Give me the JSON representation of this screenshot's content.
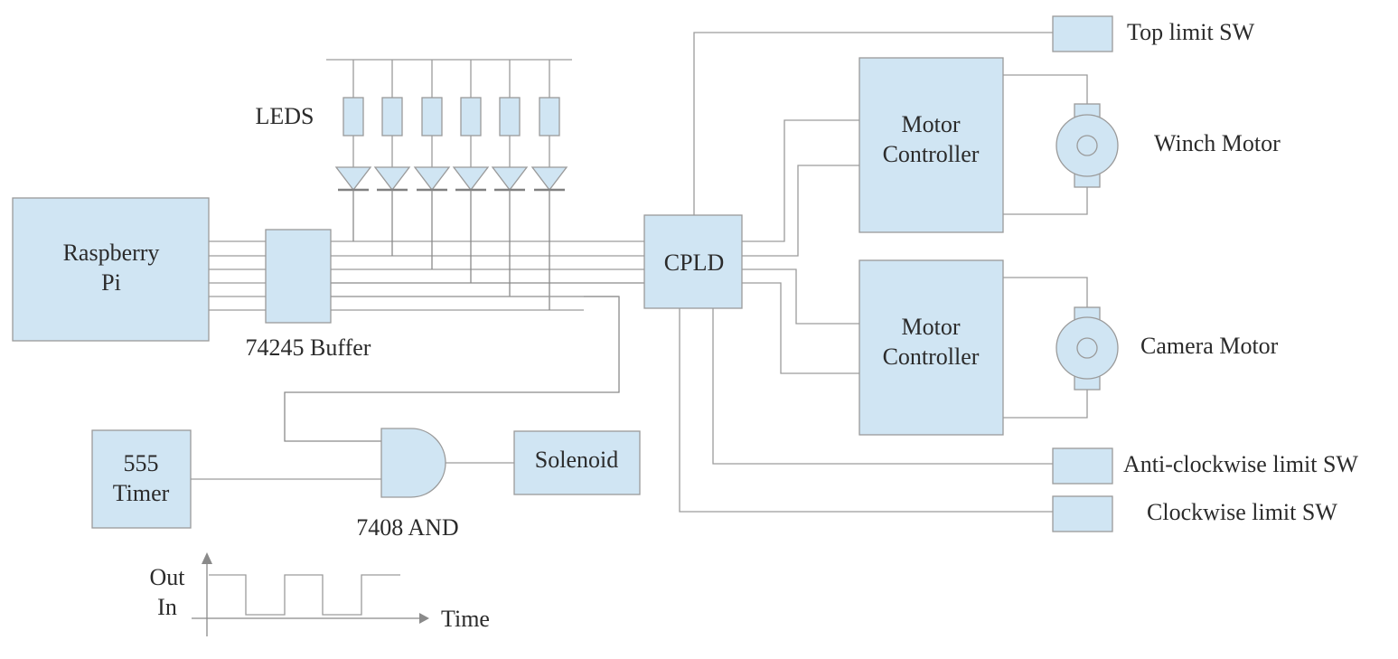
{
  "colors": {
    "block_fill": "#d0e5f3",
    "block_stroke": "#9a9a9a",
    "wire": "#9c9c9c",
    "text": "#2b2b2b"
  },
  "blocks": {
    "raspberry_pi": {
      "line1": "Raspberry",
      "line2": "Pi"
    },
    "buffer": {
      "label": "74245 Buffer"
    },
    "leds": {
      "label": "LEDS",
      "count": 6
    },
    "cpld": {
      "label": "CPLD"
    },
    "motor_controller_1": {
      "line1": "Motor",
      "line2": "Controller"
    },
    "motor_controller_2": {
      "line1": "Motor",
      "line2": "Controller"
    },
    "winch_motor": {
      "label": "Winch Motor"
    },
    "camera_motor": {
      "label": "Camera Motor"
    },
    "top_limit_sw": {
      "label": "Top limit SW"
    },
    "anticlockwise_limit_sw": {
      "label": "Anti-clockwise limit SW"
    },
    "clockwise_limit_sw": {
      "label": "Clockwise limit SW"
    },
    "timer_555": {
      "line1": "555",
      "line2": "Timer"
    },
    "and_gate": {
      "label": "7408 AND"
    },
    "solenoid": {
      "label": "Solenoid"
    }
  },
  "waveform": {
    "y_label_high": "Out",
    "y_label_low": "In",
    "x_label": "Time"
  }
}
